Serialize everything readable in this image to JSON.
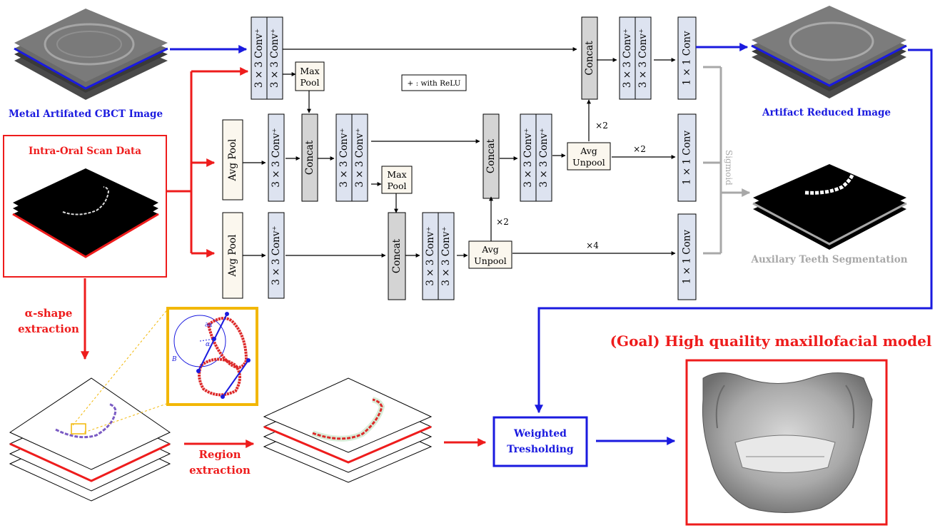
{
  "colors": {
    "blue": "#1a1adf",
    "red": "#ee1c1c",
    "gray": "#a8a8a8",
    "conv_fill": "#dde3f0",
    "concat_fill": "#d4d4d4",
    "pool_fill": "#fbf7ee",
    "gold": "#f2b705"
  },
  "labels": {
    "cbct": "Metal Artifated CBCT Image",
    "ios": "Intra-Oral Scan Data",
    "alpha_shape_line1": "α-shape",
    "alpha_shape_line2": "extraction",
    "region_line1": "Region",
    "region_line2": "extraction",
    "artifact_reduced": "Artifact Reduced Image",
    "aux_seg": "Auxilary Teeth Segmentation",
    "sigmoid": "Sigmoid",
    "goal": "(Goal) High quaility maxillofacial model",
    "weighted_line1": "Weighted",
    "weighted_line2": "Tresholding",
    "relu_note": "+ : with ReLU",
    "conv3": "3 × 3 Conv⁺",
    "conv1": "1 × 1 Conv",
    "concat": "Concat",
    "avgpool": "Avg Pool",
    "maxpool_line1": "Max",
    "maxpool_line2": "Pool",
    "avgunpool_line1": "Avg",
    "avgunpool_line2": "Unpool",
    "x2": "×2",
    "x4": "×4",
    "inset_d": "∂α",
    "inset_a": "α",
    "inset_b": "B",
    "inset_b_sub": "α",
    "inset_d_sub": "α"
  }
}
